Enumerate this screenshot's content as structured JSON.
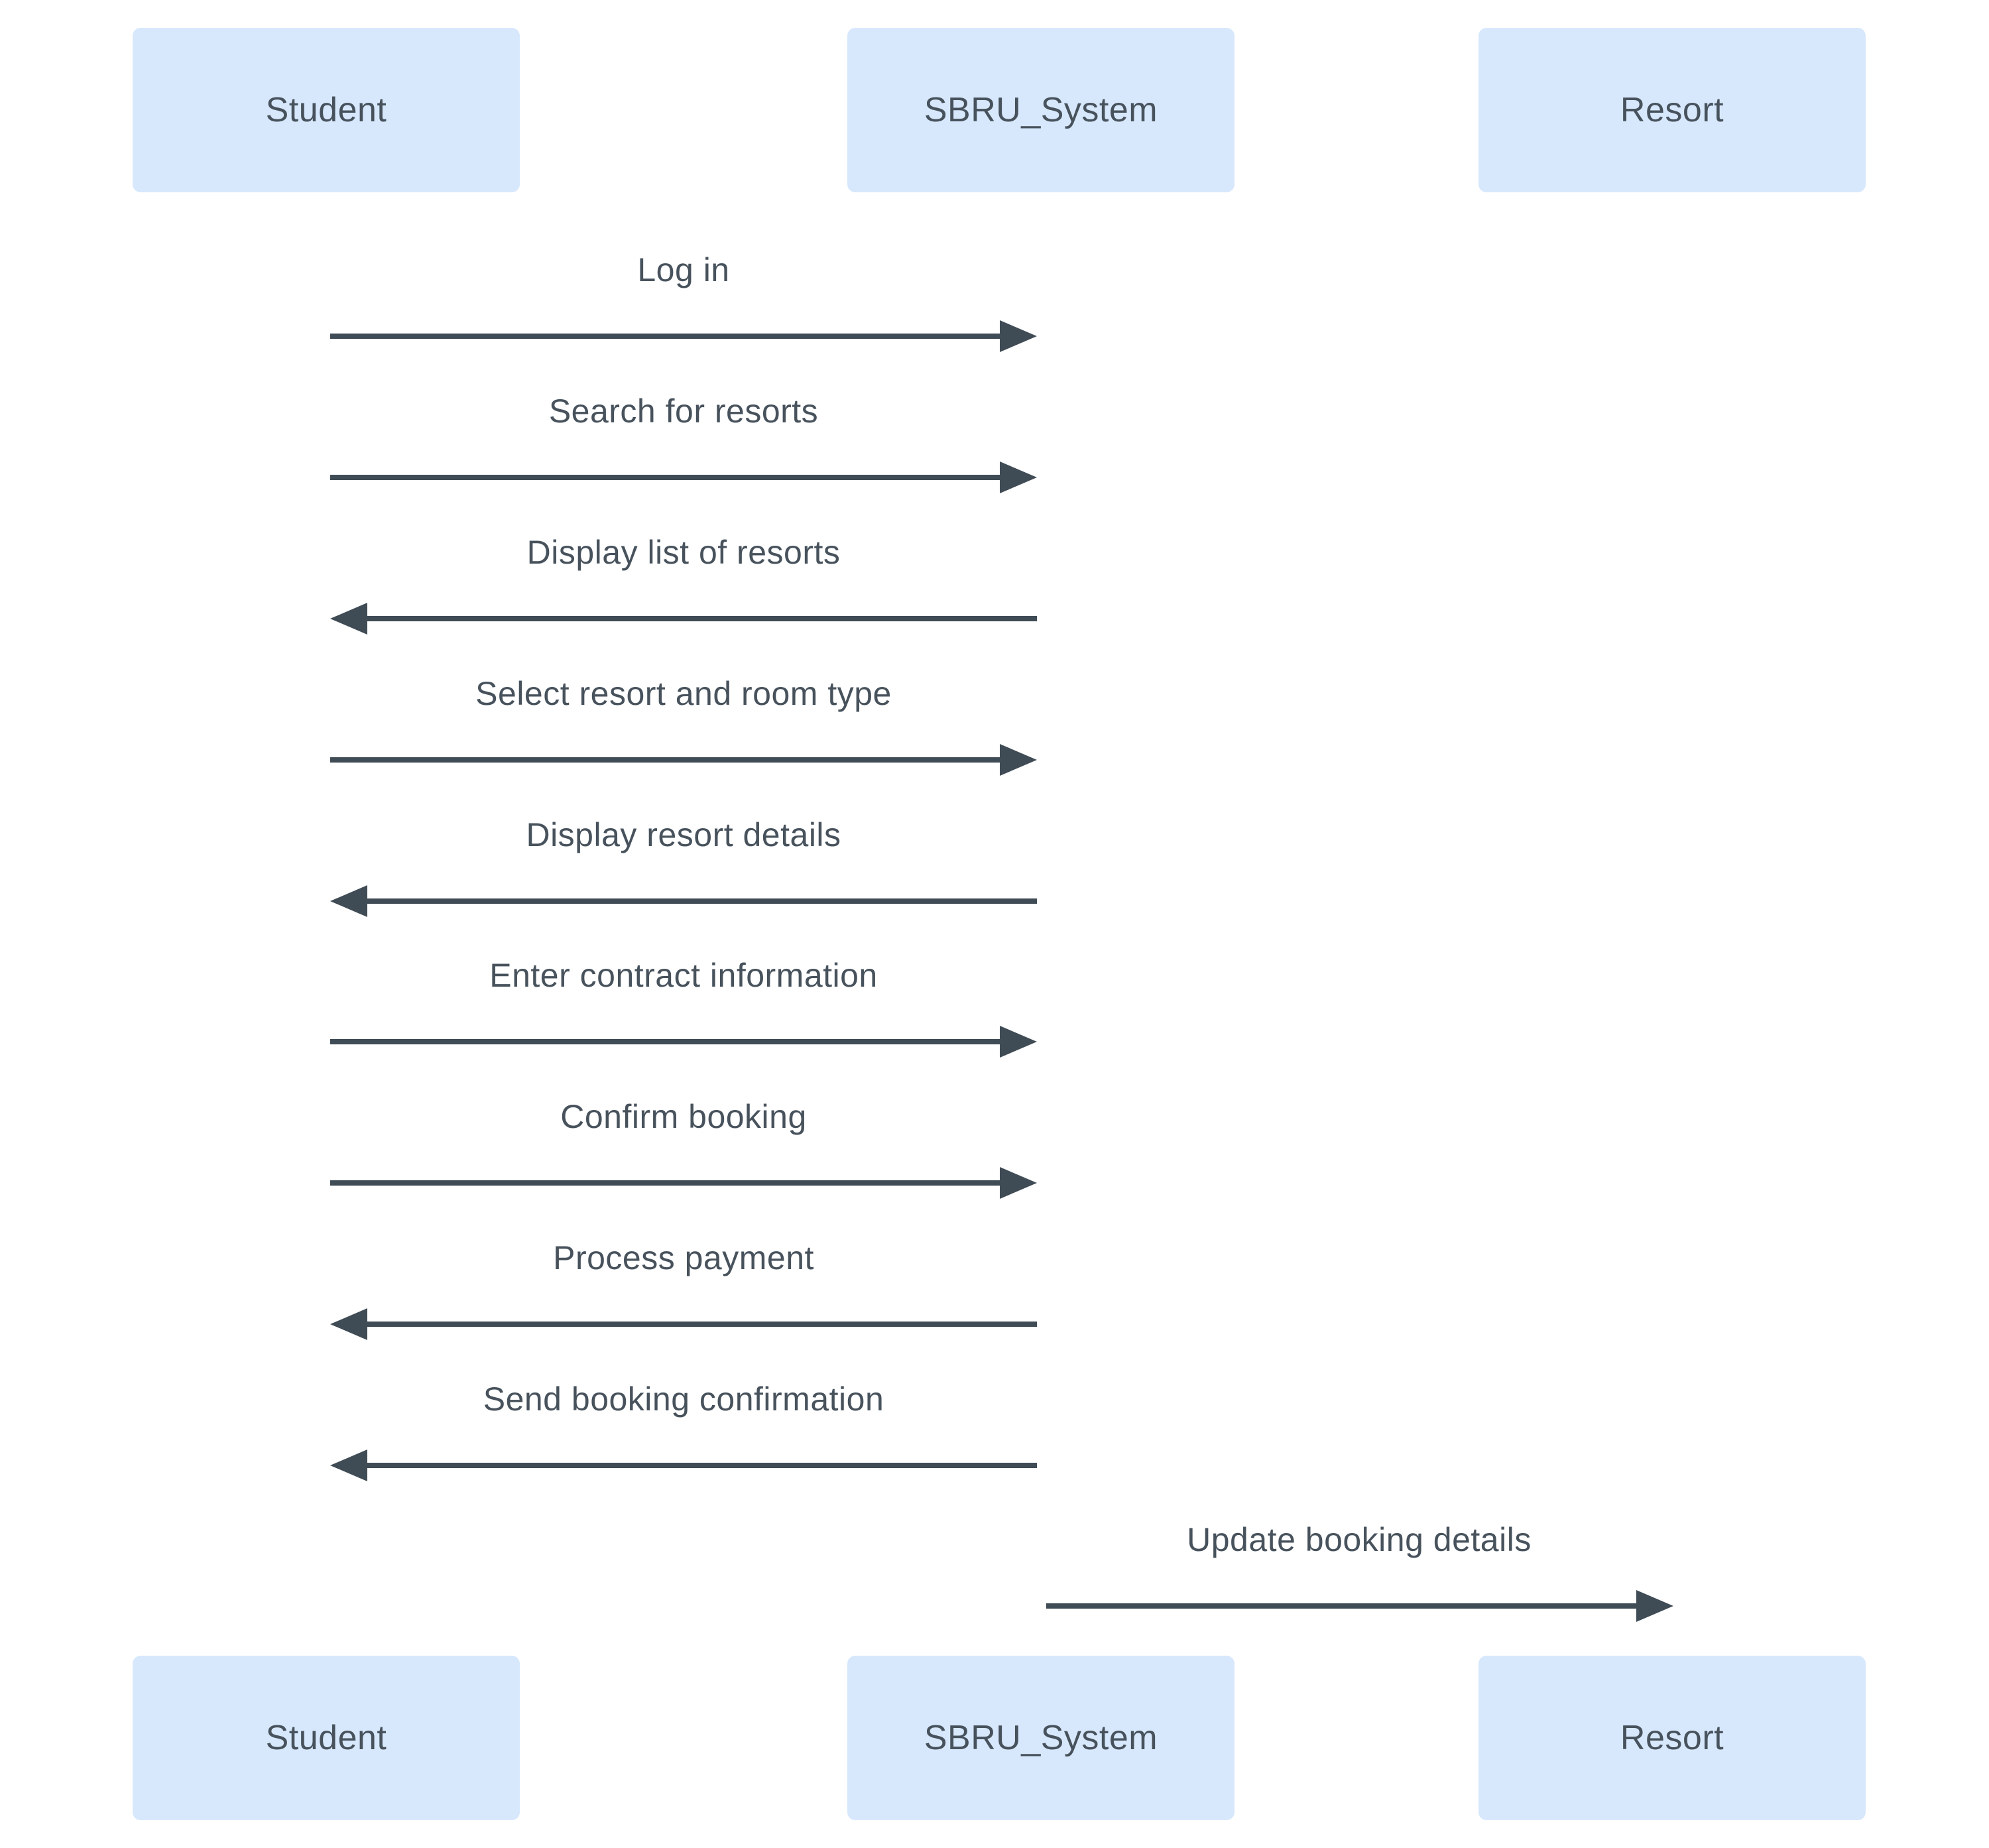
{
  "diagram": {
    "type": "sequence-diagram",
    "colors": {
      "background": "#ffffff",
      "actor_fill": "#d7e8fd",
      "text": "#47525c",
      "arrow": "#3f4b55"
    },
    "actors": [
      {
        "id": "student",
        "label": "Student"
      },
      {
        "id": "sbru_system",
        "label": "SBRU_System"
      },
      {
        "id": "resort",
        "label": "Resort"
      }
    ],
    "messages": [
      {
        "label": "Log in",
        "from": "student",
        "to": "sbru_system",
        "direction": "right"
      },
      {
        "label": "Search for resorts",
        "from": "student",
        "to": "sbru_system",
        "direction": "right"
      },
      {
        "label": "Display list of resorts",
        "from": "sbru_system",
        "to": "student",
        "direction": "left"
      },
      {
        "label": "Select resort and room type",
        "from": "student",
        "to": "sbru_system",
        "direction": "right"
      },
      {
        "label": "Display resort details",
        "from": "sbru_system",
        "to": "student",
        "direction": "left"
      },
      {
        "label": "Enter contract information",
        "from": "student",
        "to": "sbru_system",
        "direction": "right"
      },
      {
        "label": "Confirm booking",
        "from": "student",
        "to": "sbru_system",
        "direction": "right"
      },
      {
        "label": "Process payment",
        "from": "sbru_system",
        "to": "student",
        "direction": "left"
      },
      {
        "label": "Send booking confirmation",
        "from": "sbru_system",
        "to": "student",
        "direction": "left"
      },
      {
        "label": "Update booking details",
        "from": "sbru_system",
        "to": "resort",
        "direction": "right"
      }
    ]
  }
}
